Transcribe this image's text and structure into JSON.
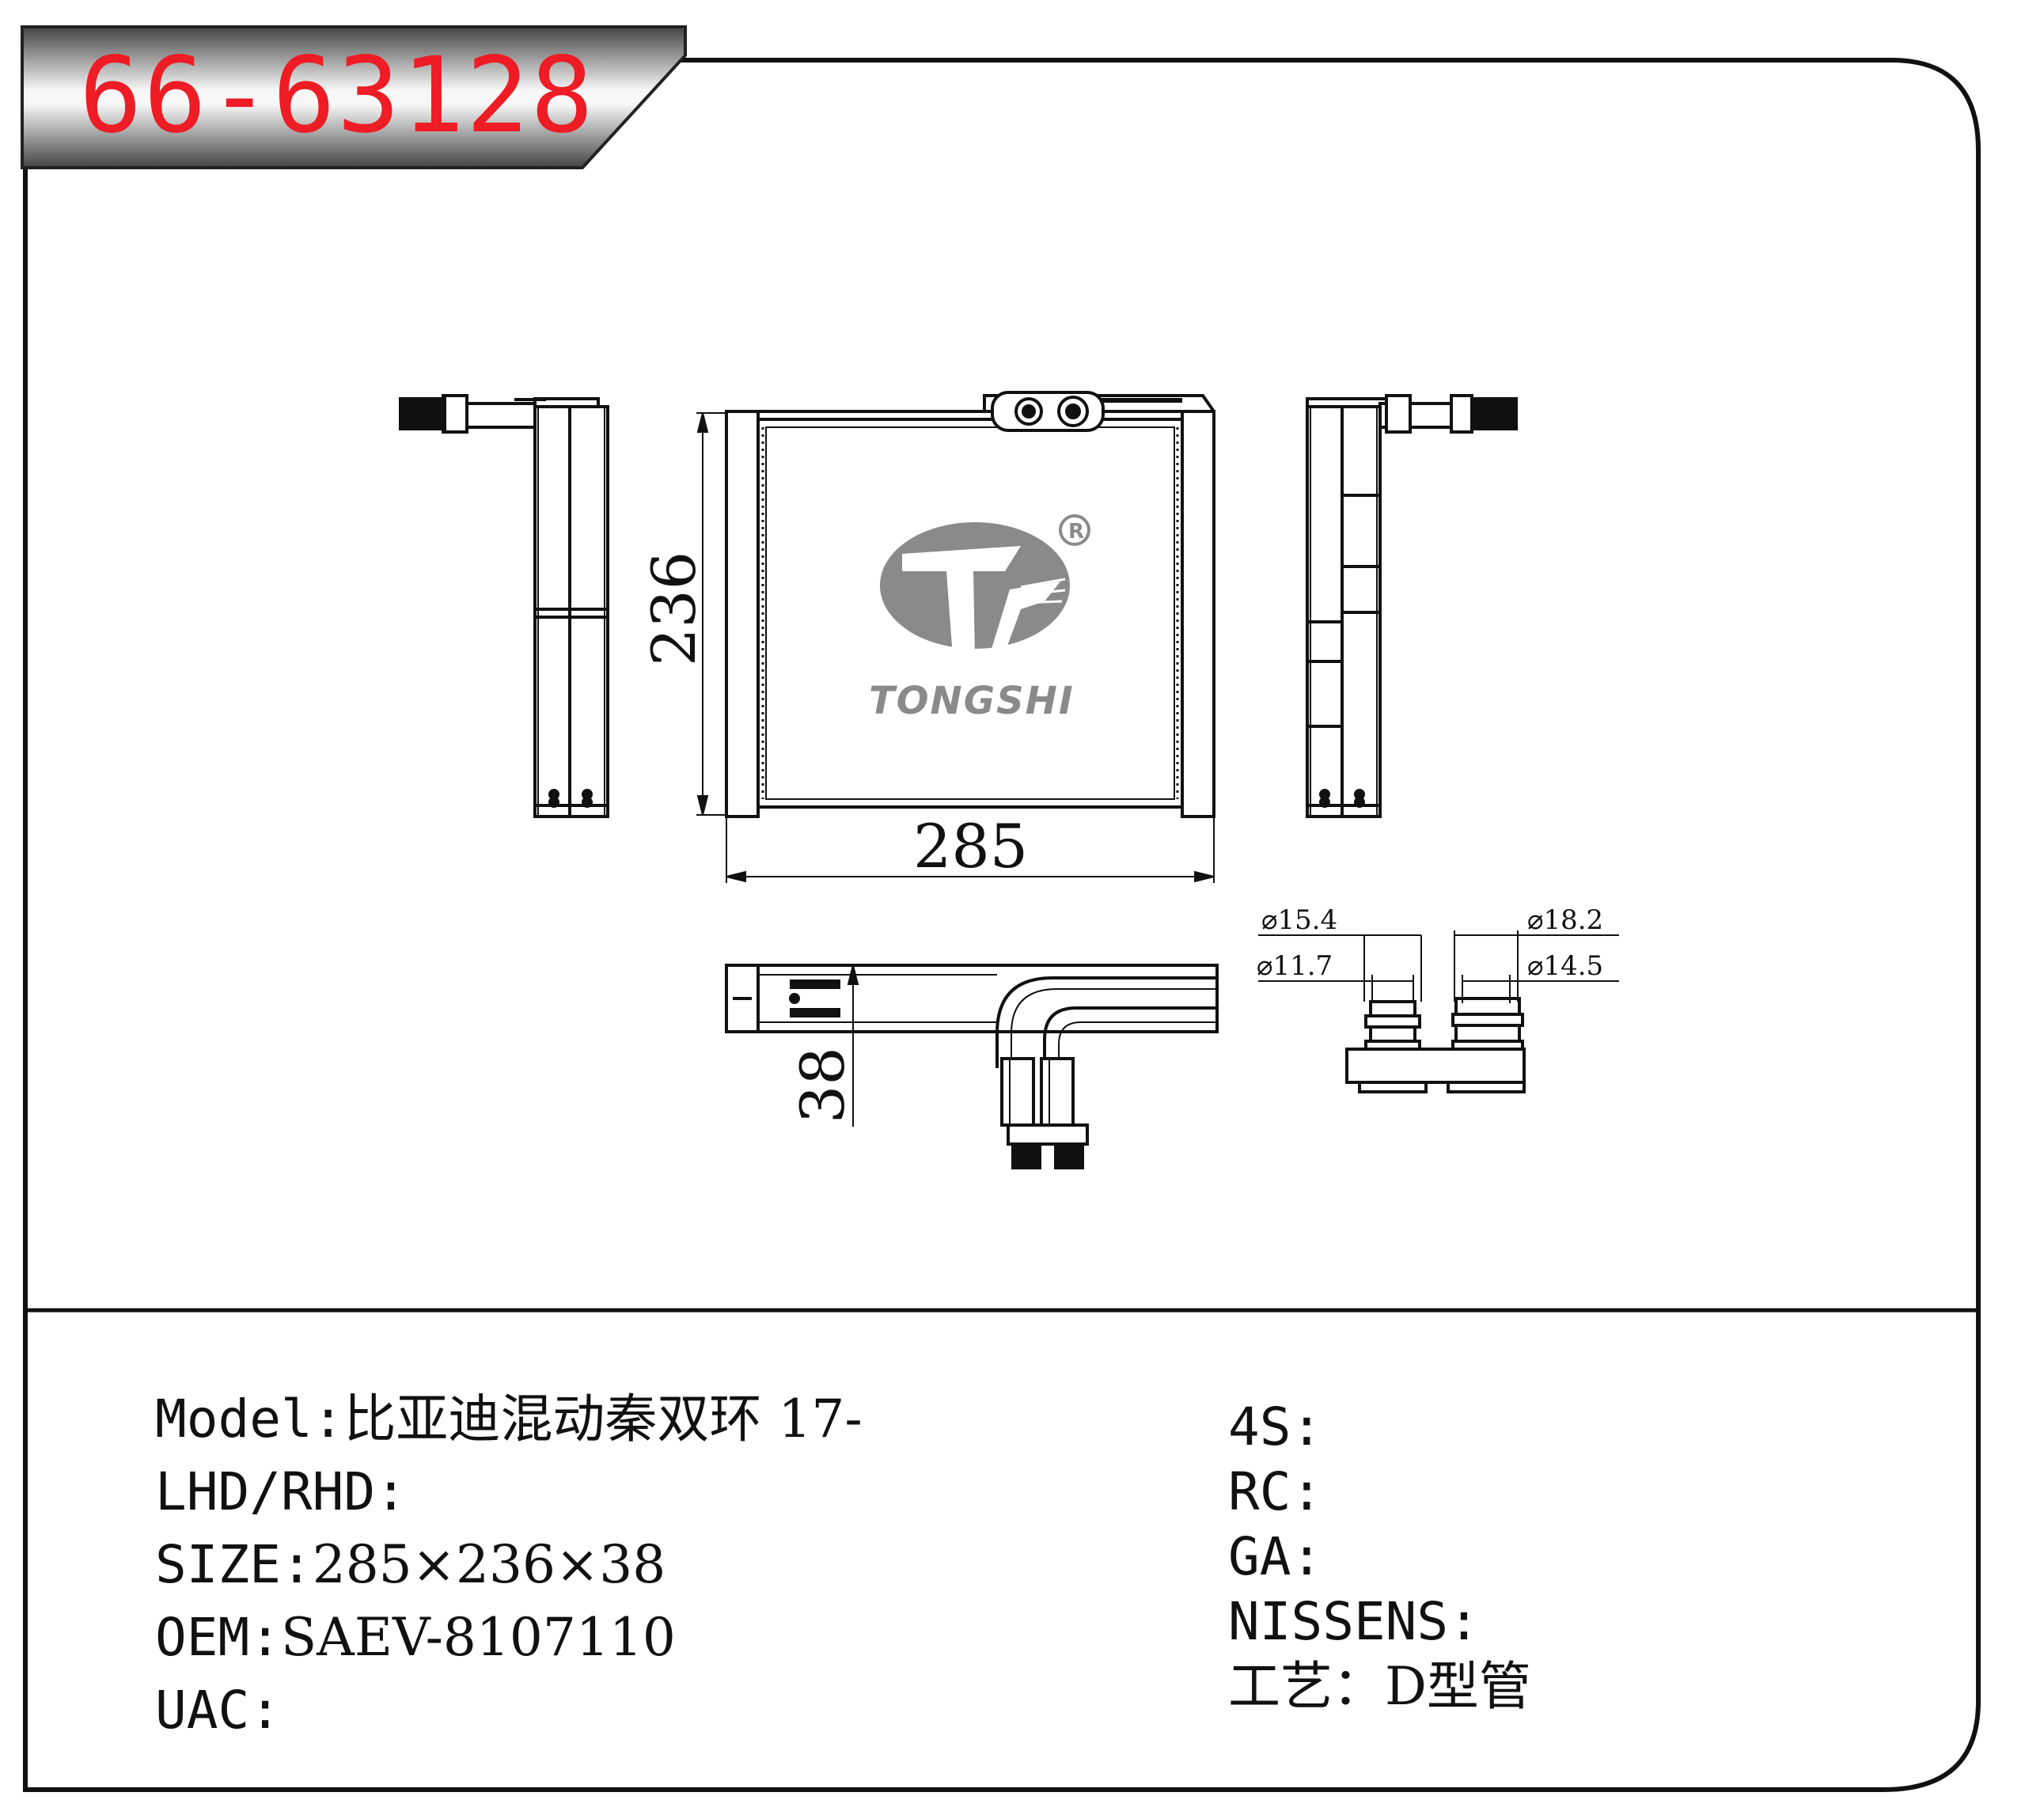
{
  "part_number": "66-63128",
  "brand": {
    "name": "TONGSHI",
    "registered_mark": "R"
  },
  "dimensions": {
    "width": "285",
    "height": "236",
    "depth": "38"
  },
  "fittings": {
    "left_outer": "⌀15.4",
    "left_inner": "⌀11.7",
    "right_outer": "⌀18.2",
    "right_inner": "⌀14.5"
  },
  "specs_left": [
    {
      "label": "Model",
      "sep": ":",
      "value": "比亚迪混动秦双环  17-"
    },
    {
      "label": "LHD/RHD",
      "sep": ":",
      "value": ""
    },
    {
      "label": "SIZE",
      "sep": ":",
      "value": "285×236×38"
    },
    {
      "label": "OEM",
      "sep": ":",
      "value": "SAEV-8107110"
    },
    {
      "label": "UAC",
      "sep": ":",
      "value": ""
    }
  ],
  "specs_right": [
    {
      "label": "4S",
      "sep": ":",
      "value": ""
    },
    {
      "label": "RC",
      "sep": ":",
      "value": ""
    },
    {
      "label": "GA",
      "sep": ":",
      "value": ""
    },
    {
      "label": "NISSENS",
      "sep": ":",
      "value": ""
    },
    {
      "label": "工艺",
      "sep": "：",
      "value": "D型管"
    }
  ],
  "colors": {
    "part_number": "#ee1c24",
    "tab_dark": "#3a3a3a",
    "tab_light": "#f4f4f4",
    "logo_gray": "#8a8a8a",
    "line": "#111111"
  }
}
